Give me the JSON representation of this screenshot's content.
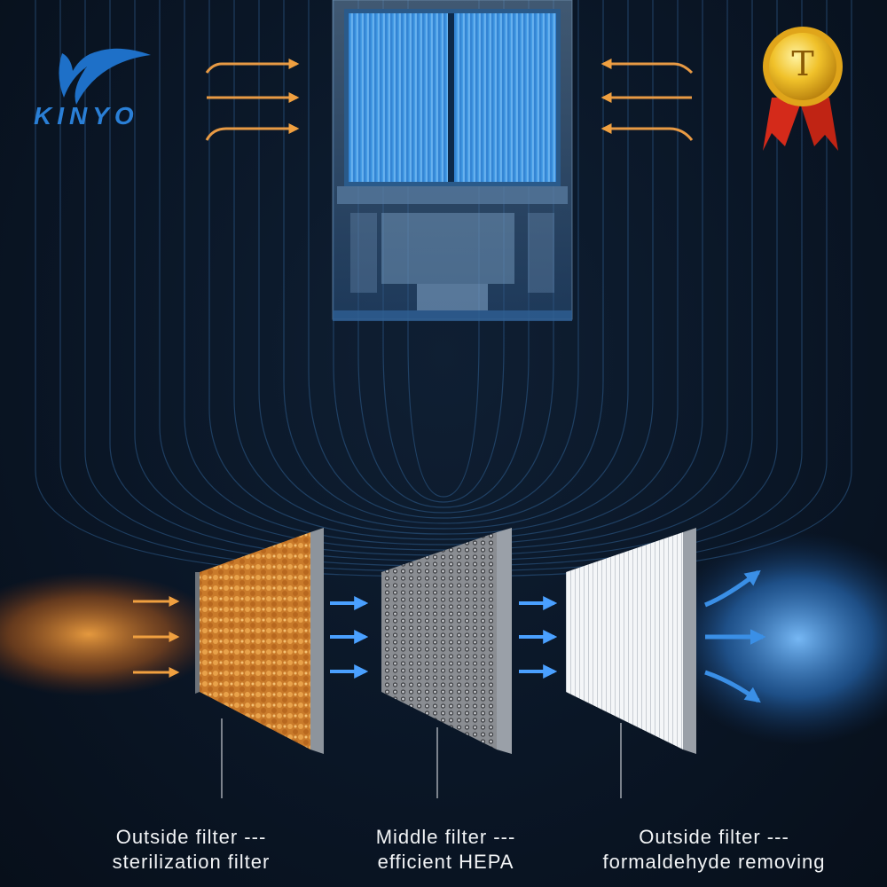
{
  "brand": {
    "logo_text": "KINYO",
    "badge_letter": "T"
  },
  "colors": {
    "background": "#0a1626",
    "brand_blue": "#2a7fd6",
    "warm_orange": "#e8932e",
    "flow_blue": "#3a8fe6",
    "badge_gold": "#e8b823",
    "ribbon_red": "#d42a1a"
  },
  "filters": [
    {
      "id": "sterilization",
      "type": "orange-mesh",
      "caption_line1": "Outside filter ---",
      "caption_line2": "sterilization filter"
    },
    {
      "id": "hepa",
      "type": "gray-hex",
      "caption_line1": "Middle filter ---",
      "caption_line2": "efficient HEPA"
    },
    {
      "id": "formaldehyde",
      "type": "white-pleat",
      "caption_line1": "Outside filter ---",
      "caption_line2": "formaldehyde removing"
    }
  ],
  "icons": [
    "airflow-arrow-icon",
    "medal-badge-icon",
    "bird-logo-icon"
  ]
}
